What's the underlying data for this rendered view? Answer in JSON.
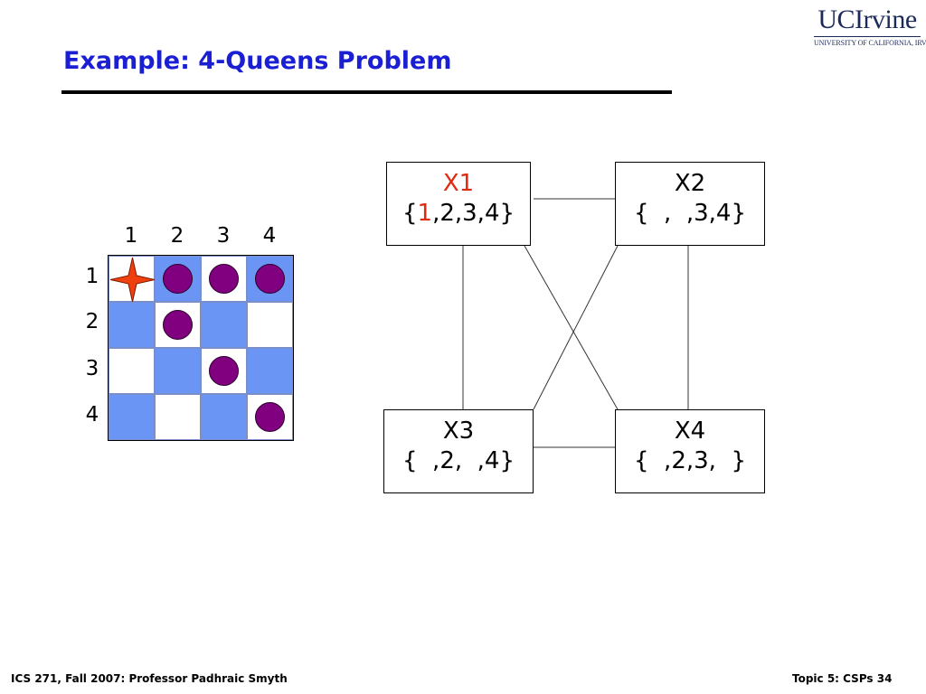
{
  "slide": {
    "title": "Example: 4-Queens Problem",
    "logo_main": "UCIrvine",
    "logo_sub": "UNIVERSITY OF CALIFORNIA, IRVINE"
  },
  "board": {
    "column_labels": [
      "1",
      "2",
      "3",
      "4"
    ],
    "row_labels": [
      "1",
      "2",
      "3",
      "4"
    ],
    "colors": {
      "light": "#ffffff",
      "dark": "#6b95f5",
      "queen": "#800080",
      "placed": "#f04010"
    },
    "placed_queen": {
      "row": 1,
      "col": 1
    },
    "queens": [
      {
        "row": 1,
        "col": 2
      },
      {
        "row": 1,
        "col": 3
      },
      {
        "row": 1,
        "col": 4
      },
      {
        "row": 2,
        "col": 2
      },
      {
        "row": 3,
        "col": 3
      },
      {
        "row": 4,
        "col": 4
      }
    ]
  },
  "graph": {
    "x1": {
      "name": "X1",
      "open": "{",
      "selected": "1",
      "rest": ",2,3,4}"
    },
    "x2": {
      "name": "X2",
      "domain": "{  ,  ,3,4}"
    },
    "x3": {
      "name": "X3",
      "domain": "{  ,2,  ,4}"
    },
    "x4": {
      "name": "X4",
      "domain": "{  ,2,3,  }"
    }
  },
  "footer": {
    "left": "ICS 271, Fall 2007: Professor Padhraic Smyth",
    "right": "Topic 5: CSPs 34"
  }
}
